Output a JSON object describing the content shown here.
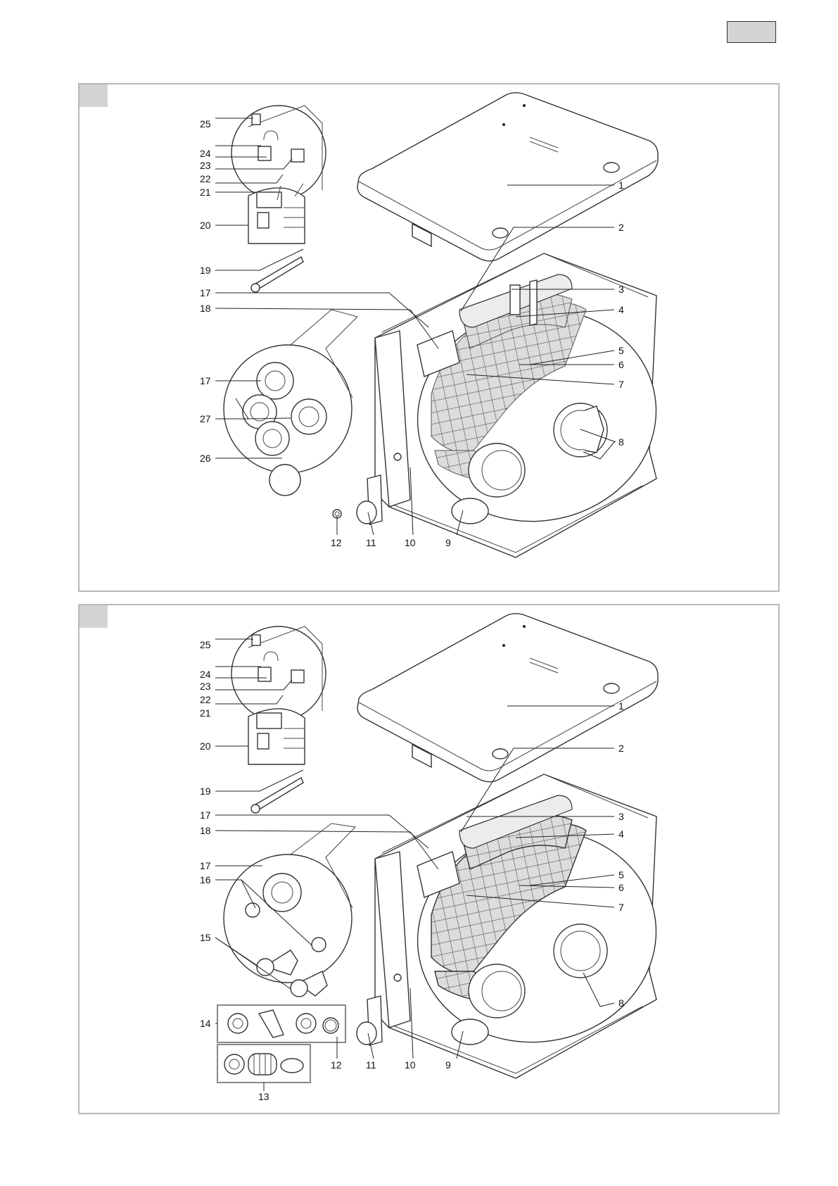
{
  "labels": {
    "n1": "1",
    "n2": "2",
    "n3": "3",
    "n4": "4",
    "n5": "5",
    "n6": "6",
    "n7": "7",
    "n8": "8",
    "n9": "9",
    "n10": "10",
    "n11": "11",
    "n12": "12",
    "n13": "13",
    "n14": "14",
    "n15": "15",
    "n16": "16",
    "n17": "17",
    "n18": "18",
    "n19": "19",
    "n20": "20",
    "n21": "21",
    "n22": "22",
    "n23": "23",
    "n24": "24",
    "n25": "25",
    "n26": "26",
    "n27": "27"
  }
}
